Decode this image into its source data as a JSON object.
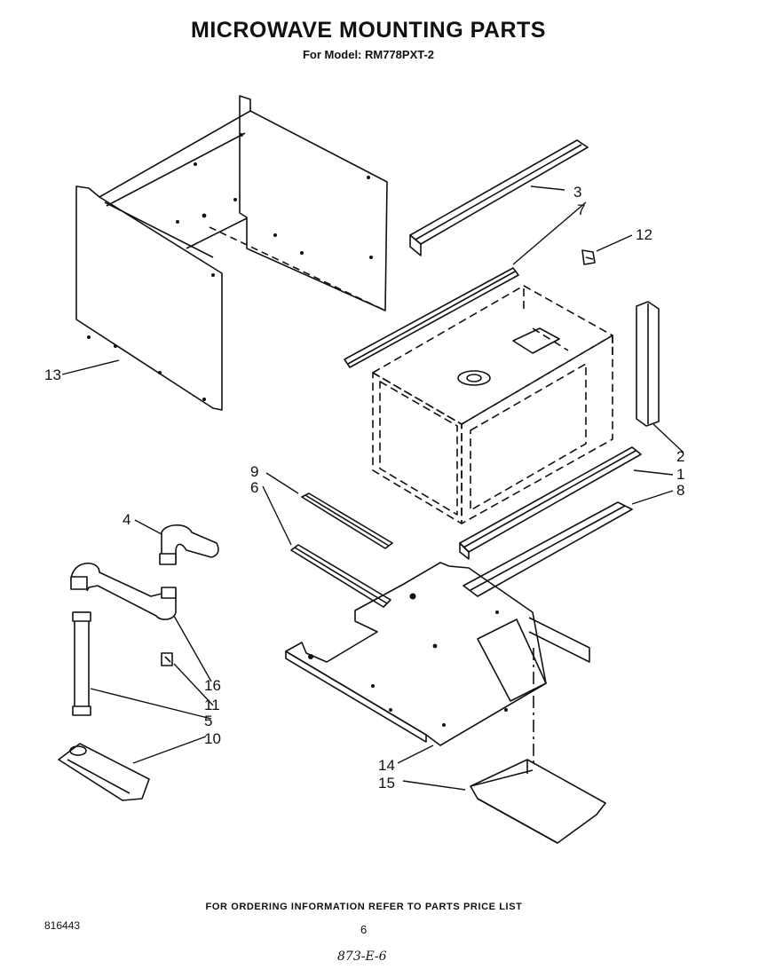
{
  "header": {
    "title": "MICROWAVE MOUNTING PARTS",
    "model": "For Model: RM778PXT-2"
  },
  "callouts": [
    "1",
    "2",
    "3",
    "4",
    "5",
    "6",
    "7",
    "8",
    "9",
    "10",
    "11",
    "12",
    "13",
    "14",
    "15",
    "16"
  ],
  "footer": {
    "ordering_note": "FOR ORDERING INFORMATION REFER TO PARTS PRICE LIST",
    "doc_number": "816443",
    "page_number": "6",
    "handwritten_note": "873-E-6"
  }
}
